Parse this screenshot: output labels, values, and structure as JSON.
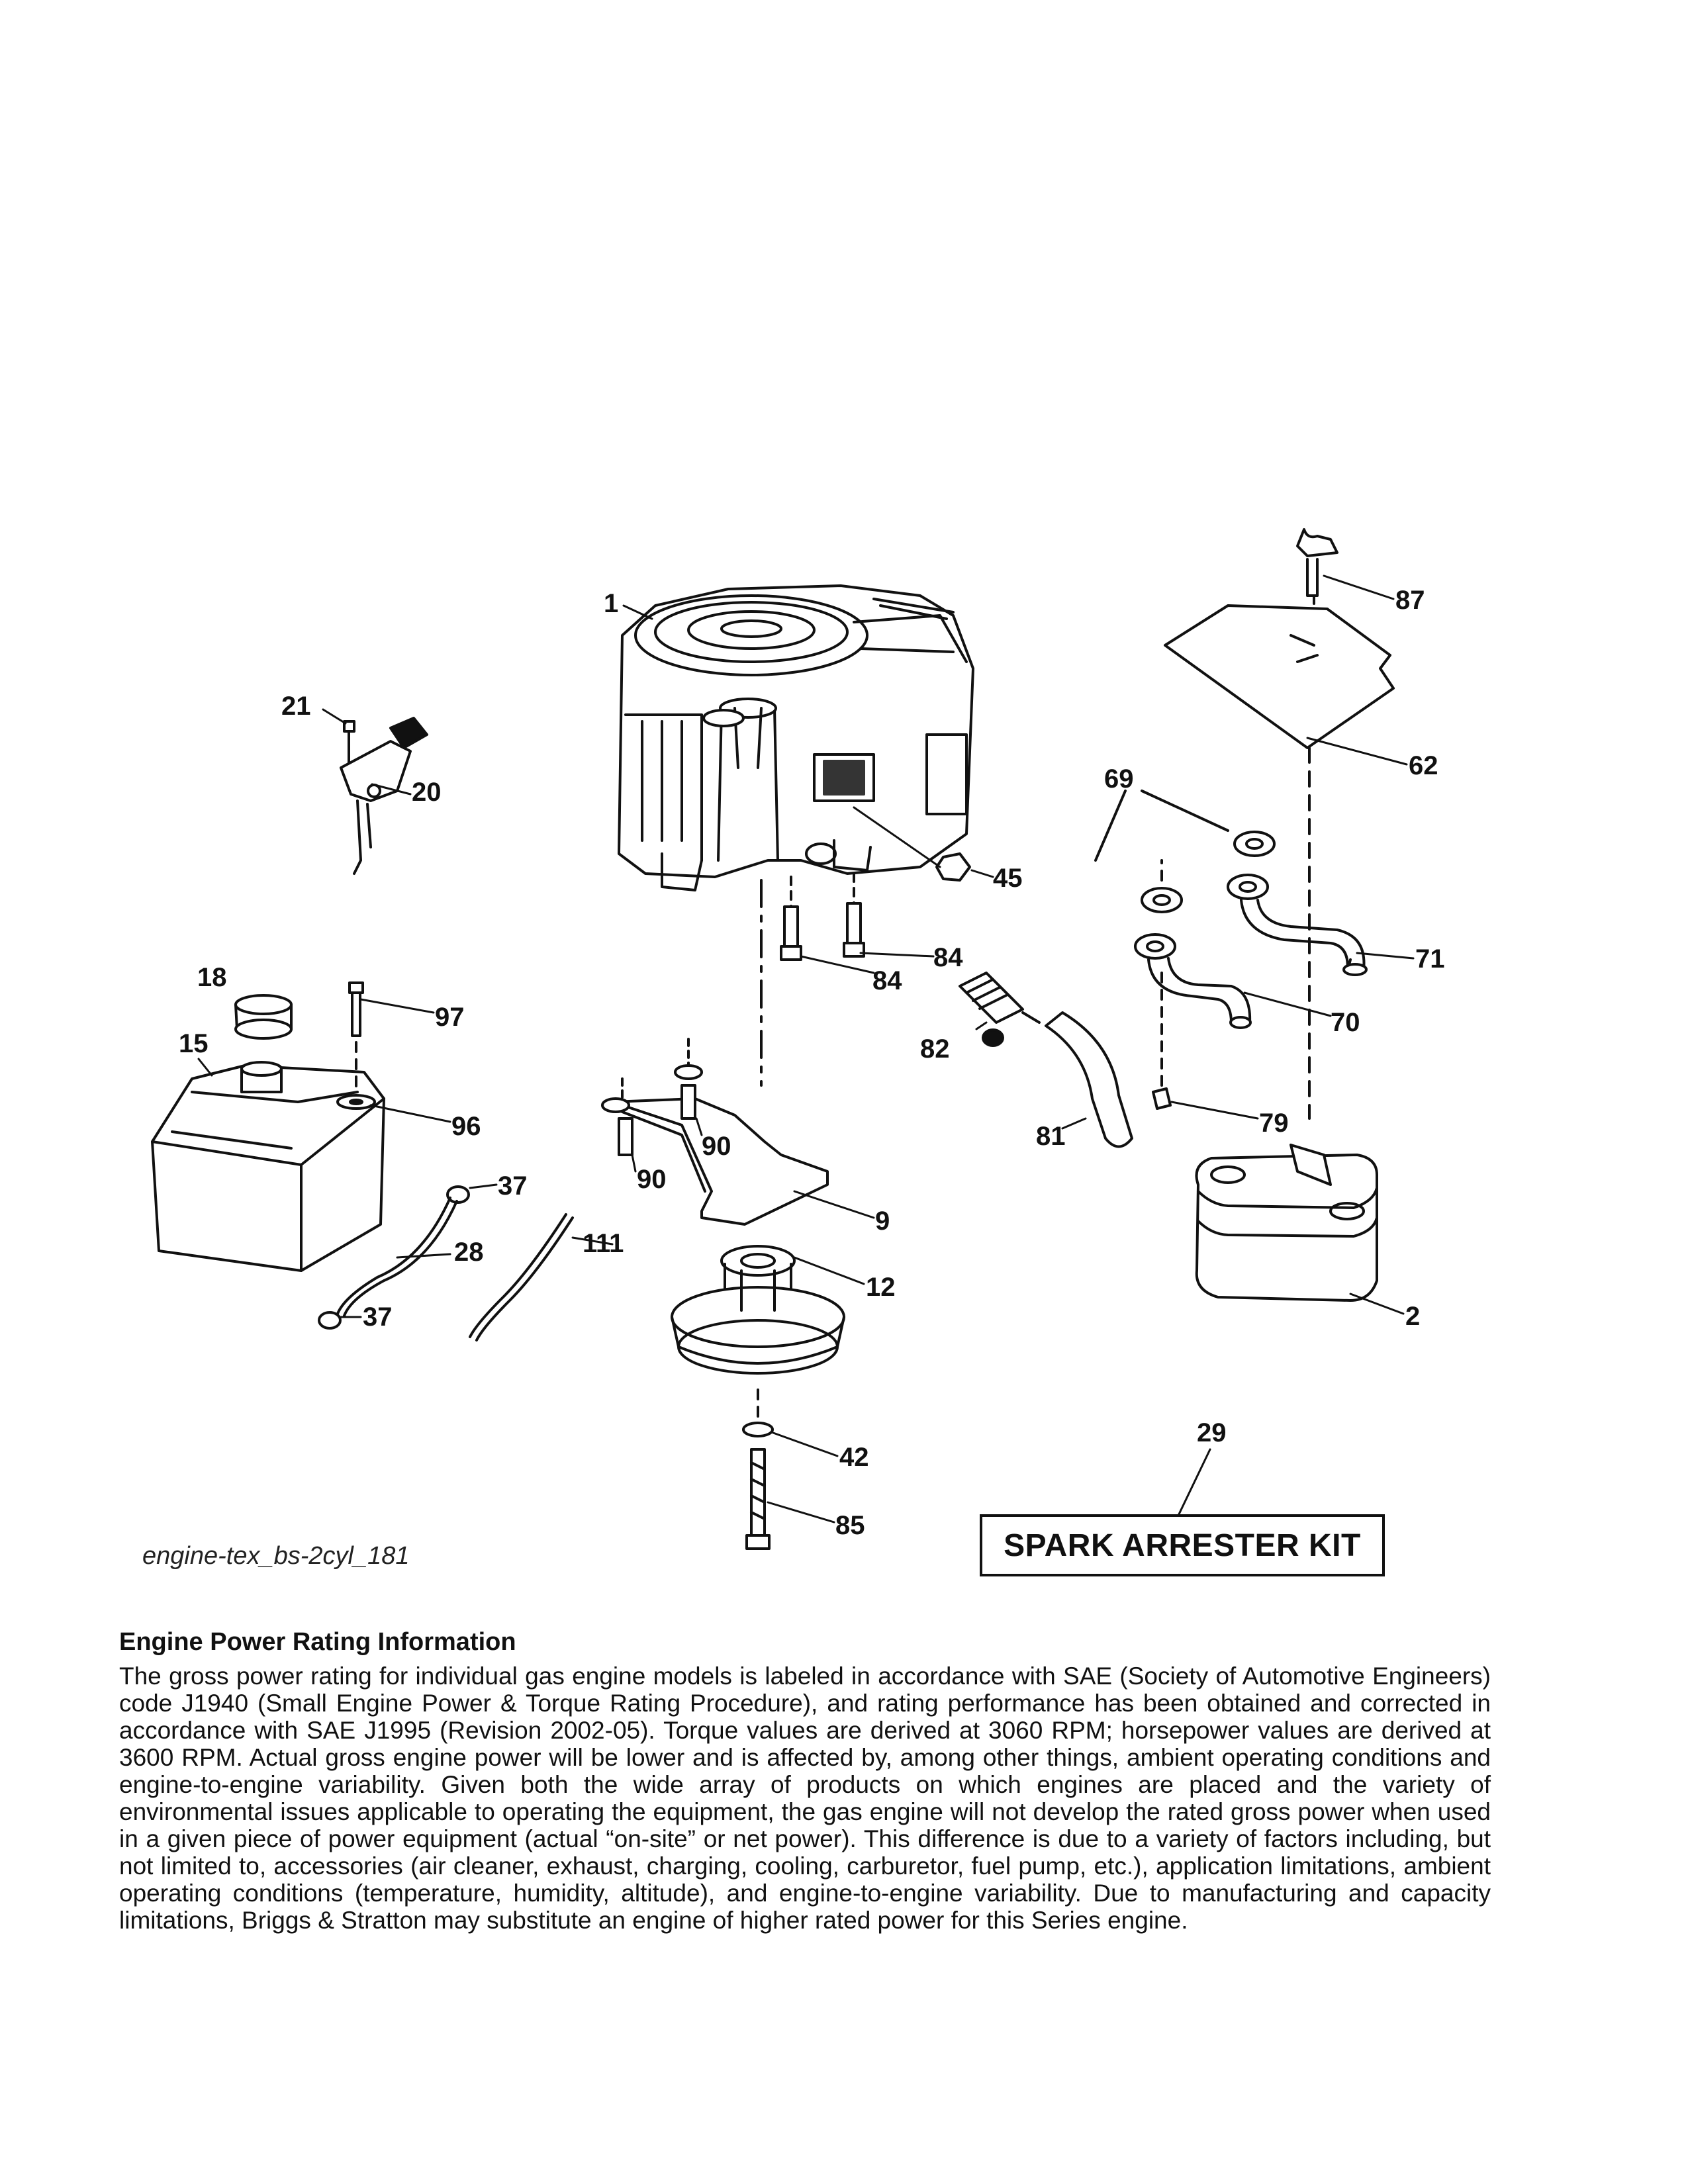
{
  "diagram": {
    "code": "engine-tex_bs-2cyl_181",
    "callouts": [
      {
        "id": "c1",
        "text": "1"
      },
      {
        "id": "c87",
        "text": "87"
      },
      {
        "id": "c21",
        "text": "21"
      },
      {
        "id": "c20",
        "text": "20"
      },
      {
        "id": "c62",
        "text": "62"
      },
      {
        "id": "c69",
        "text": "69"
      },
      {
        "id": "c45",
        "text": "45"
      },
      {
        "id": "c84a",
        "text": "84"
      },
      {
        "id": "c84b",
        "text": "84"
      },
      {
        "id": "c71",
        "text": "71"
      },
      {
        "id": "c18",
        "text": "18"
      },
      {
        "id": "c97",
        "text": "97"
      },
      {
        "id": "c70",
        "text": "70"
      },
      {
        "id": "c15",
        "text": "15"
      },
      {
        "id": "c82",
        "text": "82"
      },
      {
        "id": "c96",
        "text": "96"
      },
      {
        "id": "c79",
        "text": "79"
      },
      {
        "id": "c81",
        "text": "81"
      },
      {
        "id": "c90a",
        "text": "90"
      },
      {
        "id": "c90b",
        "text": "90"
      },
      {
        "id": "c37a",
        "text": "37"
      },
      {
        "id": "c9",
        "text": "9"
      },
      {
        "id": "c111",
        "text": "111"
      },
      {
        "id": "c28",
        "text": "28"
      },
      {
        "id": "c12",
        "text": "12"
      },
      {
        "id": "c37b",
        "text": "37"
      },
      {
        "id": "c2",
        "text": "2"
      },
      {
        "id": "c29",
        "text": "29"
      },
      {
        "id": "c42",
        "text": "42"
      },
      {
        "id": "c85",
        "text": "85"
      }
    ],
    "kit_label": "SPARK ARRESTER KIT"
  },
  "rating": {
    "title": "Engine Power Rating Information",
    "body": "The gross power rating for individual gas engine models is labeled in accordance with SAE (Society of Automotive Engineers) code J1940 (Small Engine Power & Torque Rating Procedure), and rating performance has been obtained and corrected in accordance with SAE J1995 (Revision 2002-05). Torque values are derived at 3060 RPM; horsepower values are derived at 3600 RPM. Actual gross engine power will be lower and is affected by, among other things, ambient operating conditions and engine-to-engine variability. Given both the wide array of products on which engines are placed and the variety of environmental issues applicable to operating the equipment, the gas engine will not develop the rated gross power when used in a given piece of power equipment (actual “on-site” or net power). This difference is due to a variety of factors including, but not limited to, accessories (air cleaner, exhaust, charging, cooling, carburetor, fuel pump, etc.), application limitations, ambient operating conditions (temperature, humidity, altitude), and engine-to-engine variability. Due to manufacturing and capacity limitations, Briggs & Stratton may substitute an engine of higher rated power for this Series engine."
  }
}
